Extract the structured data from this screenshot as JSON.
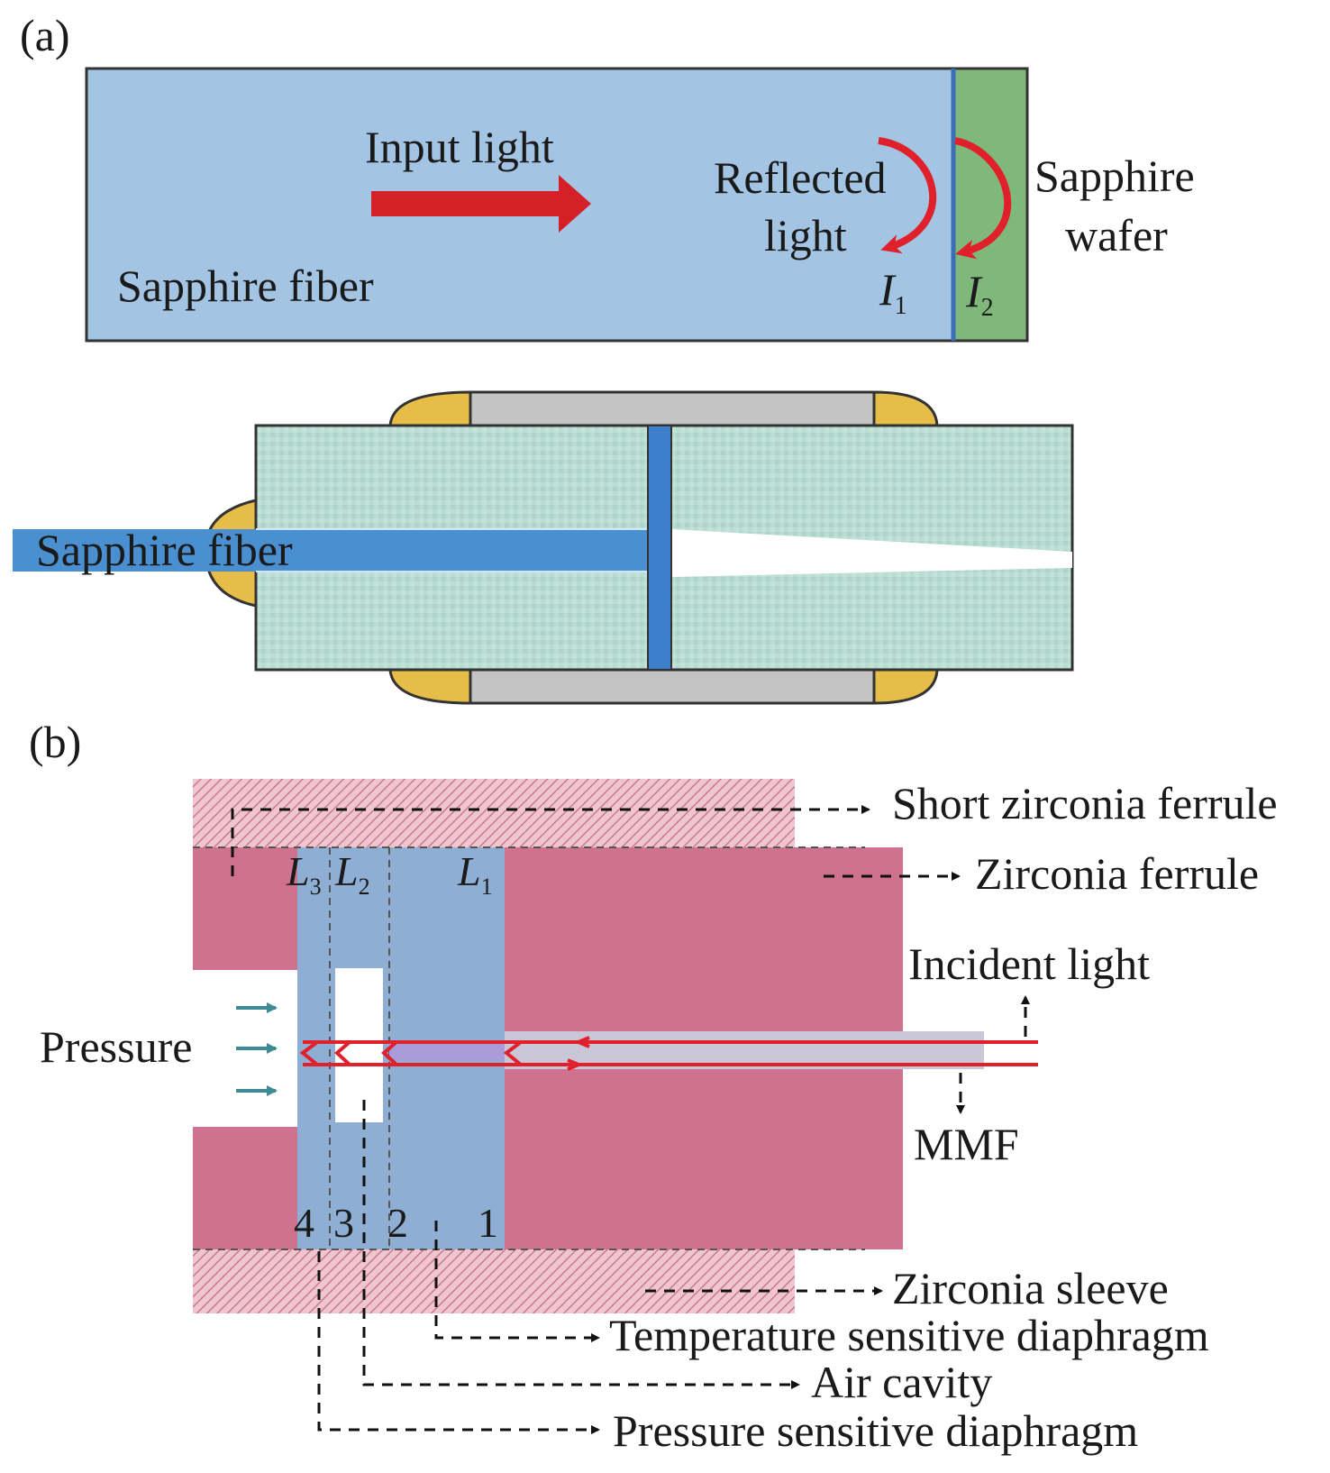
{
  "panel_a": {
    "label": "(a)",
    "top": {
      "input_light": "Input light",
      "reflected_line1": "Reflected",
      "reflected_line2": "light",
      "sapphire_fiber": "Sapphire fiber",
      "wafer_line1": "Sapphire",
      "wafer_line2": "wafer",
      "i1_base": "I",
      "i1_sub": "1",
      "i2_base": "I",
      "i2_sub": "2"
    },
    "bottom": {
      "sapphire_fiber": "Sapphire fiber"
    }
  },
  "panel_b": {
    "label": "(b)",
    "short_ferrule": "Short zirconia ferrule",
    "zirconia_ferrule": "Zirconia ferrule",
    "incident_light": "Incident light",
    "mmf": "MMF",
    "pressure": "Pressure",
    "zirconia_sleeve": "Zirconia sleeve",
    "temp_diaphragm": "Temperature sensitive diaphragm",
    "air_cavity": "Air cavity",
    "pressure_diaphragm": "Pressure sensitive diaphragm",
    "l3_base": "L",
    "l3_sub": "3",
    "l2_base": "L",
    "l2_sub": "2",
    "l1_base": "L",
    "l1_sub": "1",
    "n4": "4",
    "n3": "3",
    "n2": "2",
    "n1": "1"
  },
  "colors": {
    "fiber_blue": "#a3c4e3",
    "wafer_green": "#7fb87a",
    "arrow_red": "#e0202a",
    "ferrule_teal": "#b9ddd3",
    "gold": "#e7bd4a",
    "gray_bar": "#c4c4c4",
    "zirconia_pink": "#cf728f",
    "diaphragm_blue": "#8eaed3",
    "pressure_arrow": "#3e8b95"
  }
}
